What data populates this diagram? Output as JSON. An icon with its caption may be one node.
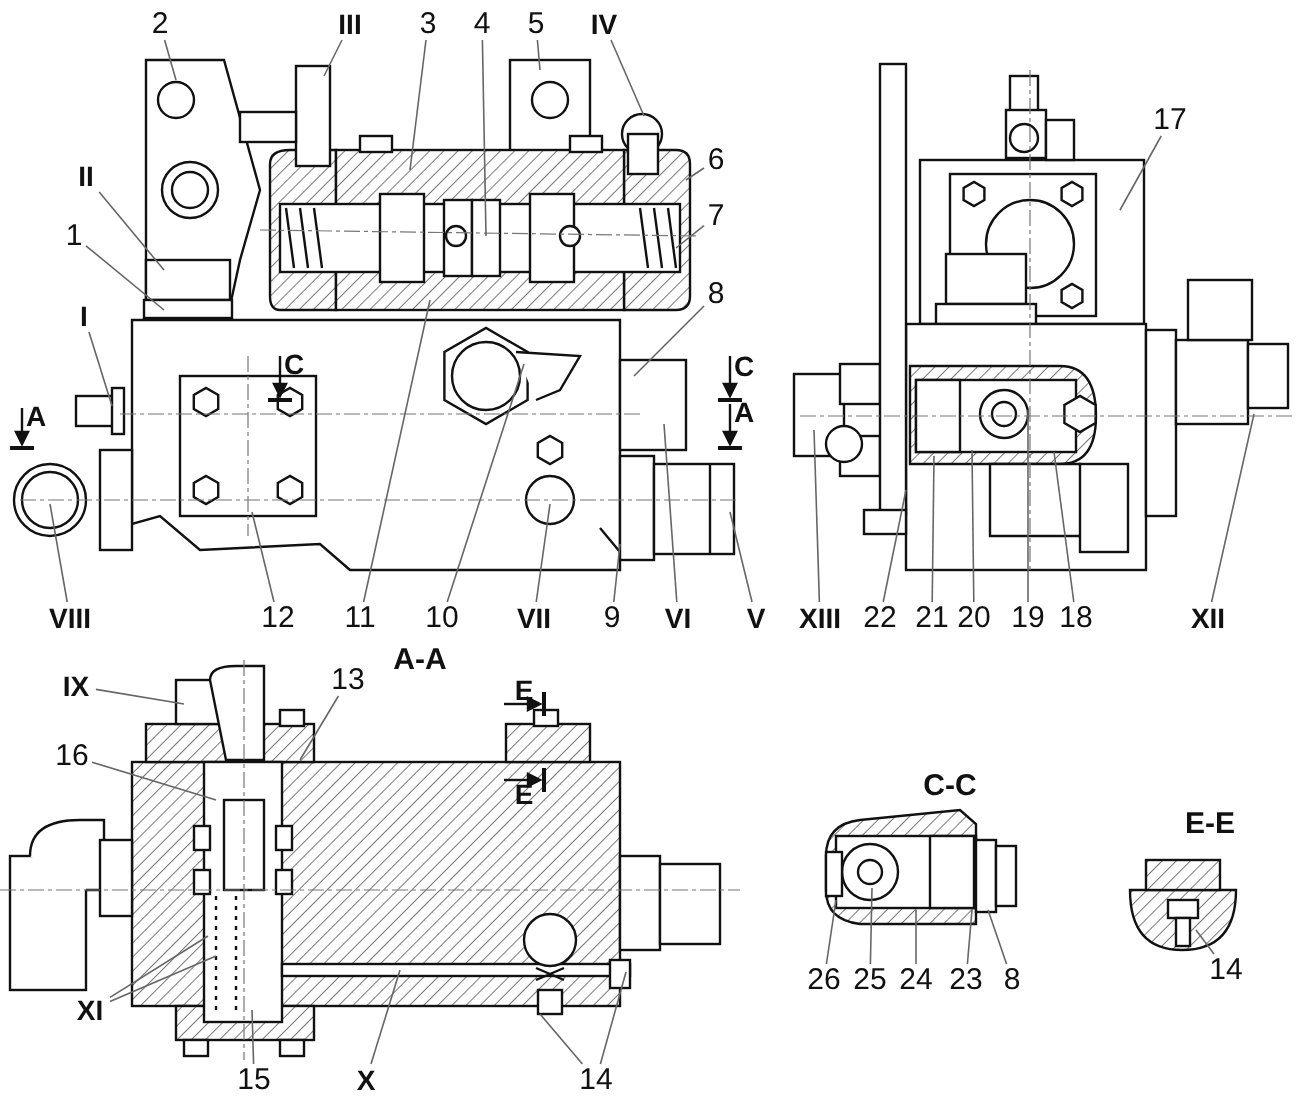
{
  "diagram": {
    "nodes": [
      {
        "text": [
          "2"
        ]
      },
      {
        "text": [
          "III"
        ]
      },
      {
        "text": [
          "3"
        ]
      },
      {
        "text": [
          "4"
        ]
      },
      {
        "text": [
          "5"
        ]
      },
      {
        "text": [
          "IV"
        ]
      },
      {
        "text": [
          "6"
        ]
      },
      {
        "text": [
          "7"
        ]
      },
      {
        "text": [
          "8"
        ]
      },
      {
        "text": [
          "II"
        ]
      },
      {
        "text": [
          "1"
        ]
      },
      {
        "text": [
          "I"
        ]
      },
      {
        "text": [
          "VIII"
        ]
      },
      {
        "text": [
          "12"
        ]
      },
      {
        "text": [
          "11"
        ]
      },
      {
        "text": [
          "10"
        ]
      },
      {
        "text": [
          "VII"
        ]
      },
      {
        "text": [
          "9"
        ]
      },
      {
        "text": [
          "VI"
        ]
      },
      {
        "text": [
          "V"
        ]
      },
      {
        "text": [
          "17"
        ]
      },
      {
        "text": [
          "XIII"
        ]
      },
      {
        "text": [
          "22"
        ]
      },
      {
        "text": [
          "21"
        ]
      },
      {
        "text": [
          "20"
        ]
      },
      {
        "text": [
          "19"
        ]
      },
      {
        "text": [
          "18"
        ]
      },
      {
        "text": [
          "XII"
        ]
      },
      {
        "text": [
          "IX"
        ]
      },
      {
        "text": [
          "13"
        ]
      },
      {
        "text": [
          "16"
        ]
      },
      {
        "text": [
          "XI"
        ]
      },
      {
        "text": [
          "15"
        ]
      },
      {
        "text": [
          "X"
        ]
      },
      {
        "text": [
          "14"
        ]
      },
      {
        "text": [
          "26"
        ]
      },
      {
        "text": [
          "25"
        ]
      },
      {
        "text": [
          "24"
        ]
      },
      {
        "text": [
          "23"
        ]
      },
      {
        "text": [
          "8"
        ]
      },
      {
        "text": [
          "14"
        ]
      }
    ],
    "edges": [
      {
        "from": 0,
        "to": null,
        "arrow": "none"
      },
      {
        "from": 1,
        "to": null,
        "arrow": "none"
      },
      {
        "from": 2,
        "to": null,
        "arrow": "none"
      },
      {
        "from": 3,
        "to": null,
        "arrow": "none"
      },
      {
        "from": 4,
        "to": null,
        "arrow": "none"
      },
      {
        "from": 5,
        "to": null,
        "arrow": "none"
      },
      {
        "from": 6,
        "to": null,
        "arrow": "none"
      },
      {
        "from": 7,
        "to": null,
        "arrow": "none"
      },
      {
        "from": 8,
        "to": null,
        "arrow": "none"
      },
      {
        "from": 9,
        "to": null,
        "arrow": "none"
      },
      {
        "from": 10,
        "to": null,
        "arrow": "none"
      },
      {
        "from": 11,
        "to": null,
        "arrow": "none"
      },
      {
        "from": 12,
        "to": null,
        "arrow": "none"
      },
      {
        "from": 13,
        "to": null,
        "arrow": "none"
      },
      {
        "from": 14,
        "to": null,
        "arrow": "none"
      },
      {
        "from": 15,
        "to": null,
        "arrow": "none"
      },
      {
        "from": 16,
        "to": null,
        "arrow": "none"
      },
      {
        "from": 17,
        "to": null,
        "arrow": "none"
      },
      {
        "from": 18,
        "to": null,
        "arrow": "none"
      },
      {
        "from": 19,
        "to": null,
        "arrow": "none"
      },
      {
        "from": 20,
        "to": null,
        "arrow": "none"
      },
      {
        "from": 21,
        "to": null,
        "arrow": "none"
      },
      {
        "from": 22,
        "to": null,
        "arrow": "none"
      },
      {
        "from": 23,
        "to": null,
        "arrow": "none"
      },
      {
        "from": 24,
        "to": null,
        "arrow": "none"
      },
      {
        "from": 25,
        "to": null,
        "arrow": "none"
      },
      {
        "from": 26,
        "to": null,
        "arrow": "none"
      },
      {
        "from": 27,
        "to": null,
        "arrow": "none"
      },
      {
        "from": 28,
        "to": null,
        "arrow": "none"
      },
      {
        "from": 29,
        "to": null,
        "arrow": "none"
      },
      {
        "from": 30,
        "to": null,
        "arrow": "none"
      },
      {
        "from": 31,
        "to": null,
        "arrow": "none"
      },
      {
        "from": 31,
        "to": null,
        "arrow": "none"
      },
      {
        "from": 32,
        "to": null,
        "arrow": "none"
      },
      {
        "from": 33,
        "to": null,
        "arrow": "none"
      },
      {
        "from": 34,
        "to": null,
        "arrow": "none"
      },
      {
        "from": 34,
        "to": null,
        "arrow": "none"
      },
      {
        "from": 35,
        "to": null,
        "arrow": "none"
      },
      {
        "from": 36,
        "to": null,
        "arrow": "none"
      },
      {
        "from": 37,
        "to": null,
        "arrow": "none"
      },
      {
        "from": 38,
        "to": null,
        "arrow": "none"
      },
      {
        "from": 39,
        "to": null,
        "arrow": "none"
      },
      {
        "from": 40,
        "to": null,
        "arrow": "none"
      }
    ],
    "labels": [
      "C",
      "C",
      "A",
      "A",
      "A-A",
      "E",
      "E",
      "C-C",
      "E-E"
    ]
  }
}
